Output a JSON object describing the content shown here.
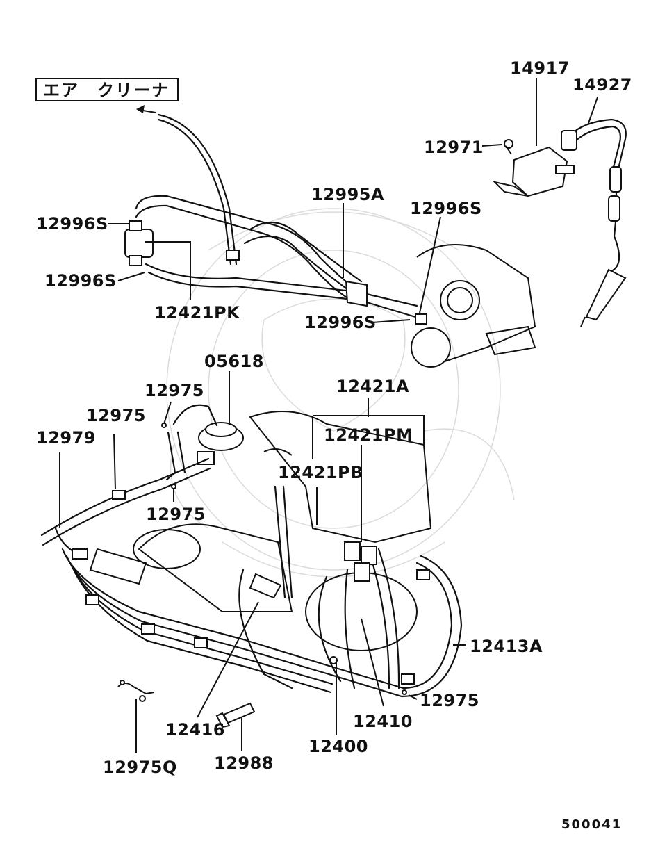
{
  "header_box": {
    "text": "エア　クリーナ"
  },
  "labels": {
    "p14917": "14917",
    "p14927": "14927",
    "p12971": "12971",
    "p12995A": "12995A",
    "p12996S_a": "12996S",
    "p12996S_b": "12996S",
    "p12996S_c": "12996S",
    "p12996S_d": "12996S",
    "p12421PK": "12421PK",
    "p05618": "05618",
    "p12421A": "12421A",
    "p12975_a": "12975",
    "p12975_b": "12975",
    "p12975_c": "12975",
    "p12975_d": "12975",
    "p12421PM": "12421PM",
    "p12979": "12979",
    "p12421PB": "12421PB",
    "p12413A": "12413A",
    "p12410": "12410",
    "p12416": "12416",
    "p12400": "12400",
    "p12975Q": "12975Q",
    "p12988": "12988"
  },
  "footer": {
    "code": "500041"
  }
}
